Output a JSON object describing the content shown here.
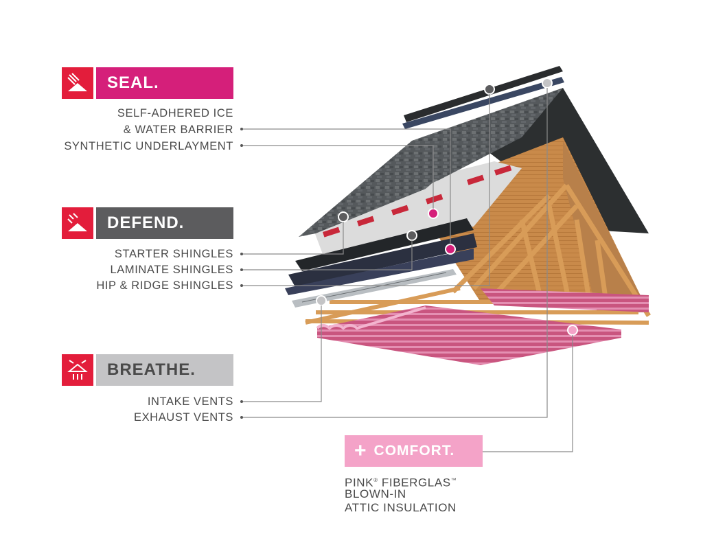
{
  "colors": {
    "seal": "#d51f7a",
    "defend": "#5c5c5e",
    "breathe": "#c4c4c6",
    "comfort": "#f4a3c8",
    "icon_red": "#e31d3b",
    "leader_line": "#8a8a8a"
  },
  "sections": {
    "seal": {
      "title": "SEAL.",
      "icon": "roof-seal-icon",
      "items": [
        "SELF-ADHERED ICE",
        "& WATER BARRIER",
        "SYNTHETIC UNDERLAYMENT"
      ]
    },
    "defend": {
      "title": "DEFEND.",
      "icon": "roof-defend-icon",
      "items": [
        "STARTER SHINGLES",
        "LAMINATE SHINGLES",
        "HIP & RIDGE SHINGLES"
      ]
    },
    "breathe": {
      "title": "BREATHE.",
      "icon": "roof-breathe-icon",
      "items": [
        "INTAKE VENTS",
        "EXHAUST VENTS"
      ]
    },
    "comfort": {
      "title": "COMFORT.",
      "icon": "plus-icon",
      "desc_line1": "PINK",
      "desc_line1_mark": "®",
      "desc_line1b": "FIBERGLAS",
      "desc_line1b_mark": "™",
      "desc_line2": "BLOWN-IN",
      "desc_line3": "ATTIC INSULATION"
    }
  }
}
